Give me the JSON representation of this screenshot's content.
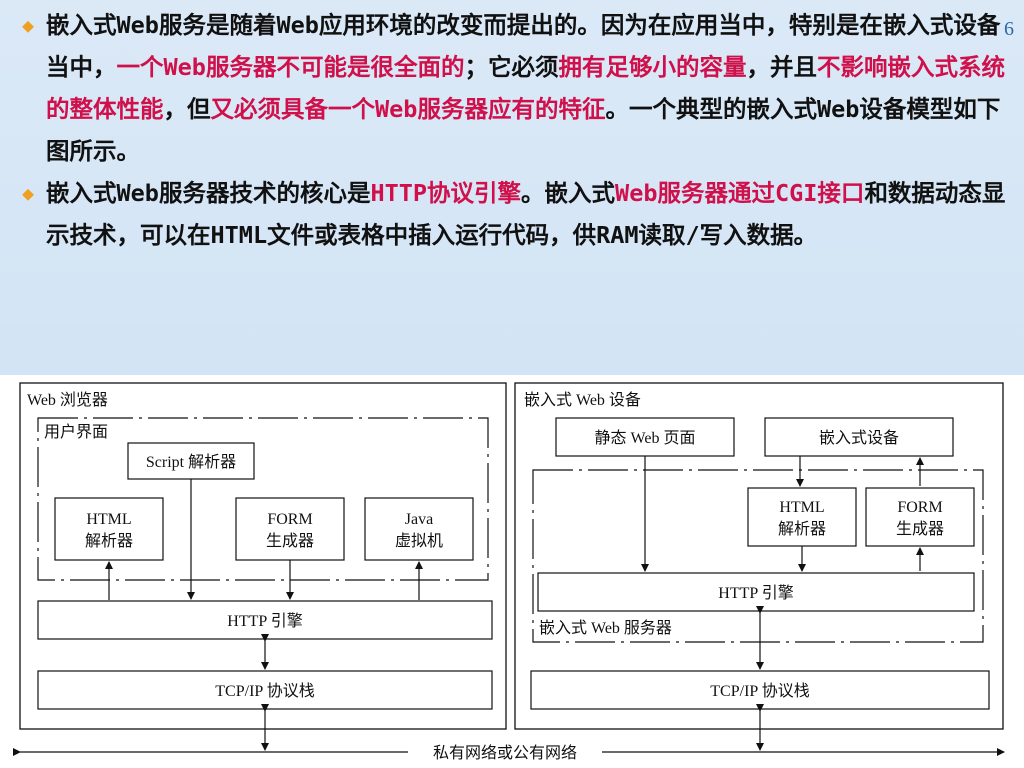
{
  "page_number": "6",
  "bullets": [
    {
      "segments": [
        {
          "text": "嵌入式Web服务是随着Web应用环境的改变而提出的。因为在应用当中，特别是在嵌入式设备当中，",
          "highlight": false
        },
        {
          "text": "一个Web服务器不可能是很全面的",
          "highlight": true
        },
        {
          "text": "；它必须",
          "highlight": false
        },
        {
          "text": "拥有足够小的容量",
          "highlight": true
        },
        {
          "text": "，并且",
          "highlight": false
        },
        {
          "text": "不影响嵌入式系统的整体性能",
          "highlight": true
        },
        {
          "text": "，但",
          "highlight": false
        },
        {
          "text": "又必须具备一个Web服务器应有的特征",
          "highlight": true
        },
        {
          "text": "。一个典型的嵌入式Web设备模型如下图所示。",
          "highlight": false
        }
      ]
    },
    {
      "segments": [
        {
          "text": "嵌入式Web服务器技术的核心是",
          "highlight": false
        },
        {
          "text": "HTTP协议引擎",
          "highlight": true
        },
        {
          "text": "。嵌入式",
          "highlight": false
        },
        {
          "text": "Web服务器通过CGI接口",
          "highlight": true
        },
        {
          "text": "和数据动态显示技术，可以在HTML文件或表格中插入运行代码，供RAM读取/写入数据。",
          "highlight": false
        }
      ]
    }
  ],
  "diagram": {
    "left_panel": {
      "title": "Web 浏览器",
      "ui_group": "用户界面",
      "script_parser": "Script 解析器",
      "html_parser_line1": "HTML",
      "html_parser_line2": "解析器",
      "form_line1": "FORM",
      "form_line2": "生成器",
      "java_line1": "Java",
      "java_line2": "虚拟机",
      "http_engine": "HTTP 引擎",
      "tcpip": "TCP/IP 协议栈"
    },
    "right_panel": {
      "title": "嵌入式 Web 设备",
      "static_page": "静态 Web 页面",
      "embedded_device": "嵌入式设备",
      "html_parser_line1": "HTML",
      "html_parser_line2": "解析器",
      "form_line1": "FORM",
      "form_line2": "生成器",
      "http_engine": "HTTP 引擎",
      "server_group": "嵌入式 Web 服务器",
      "tcpip": "TCP/IP 协议栈"
    },
    "network_label": "私有网络或公有网络"
  },
  "colors": {
    "highlight": "#d0104a",
    "bullet": "#f0a020",
    "page_number": "#2a6aa8"
  }
}
